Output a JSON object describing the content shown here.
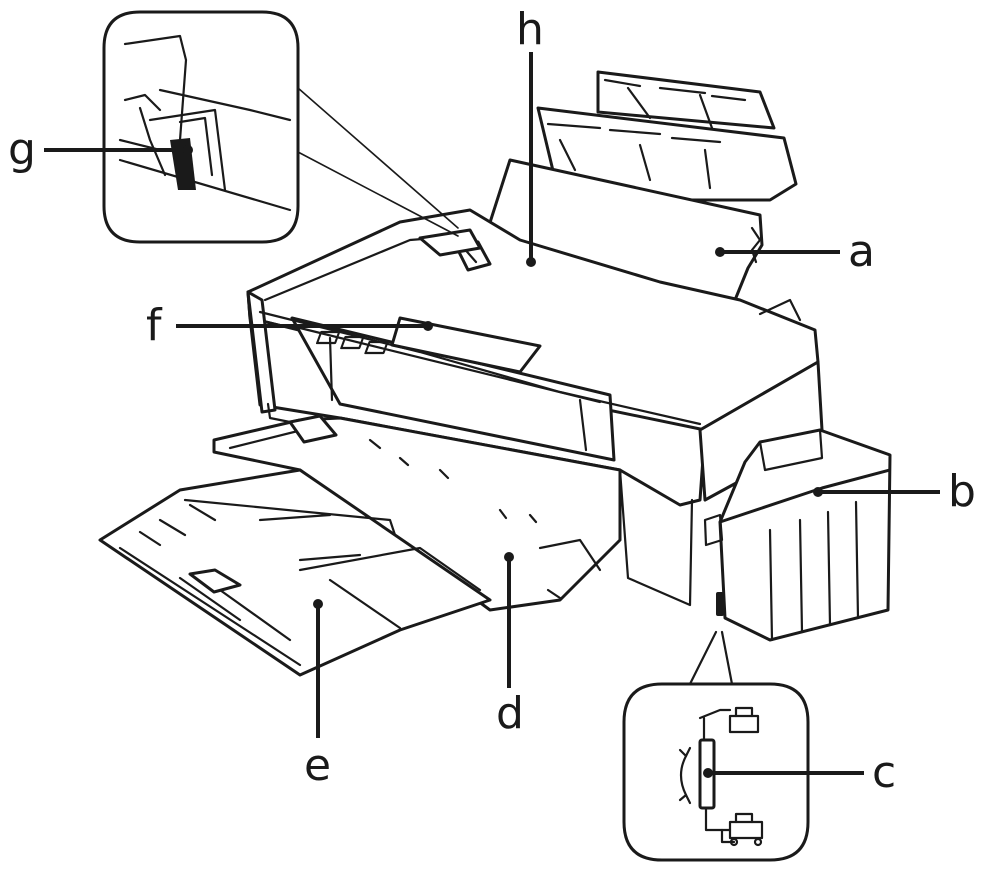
{
  "diagram": {
    "callouts": [
      {
        "id": "a",
        "label": "a"
      },
      {
        "id": "b",
        "label": "b"
      },
      {
        "id": "c",
        "label": "c"
      },
      {
        "id": "d",
        "label": "d"
      },
      {
        "id": "e",
        "label": "e"
      },
      {
        "id": "f",
        "label": "f"
      },
      {
        "id": "g",
        "label": "g"
      },
      {
        "id": "h",
        "label": "h"
      }
    ],
    "line_color": "#1a1a1a",
    "background": "#ffffff"
  }
}
